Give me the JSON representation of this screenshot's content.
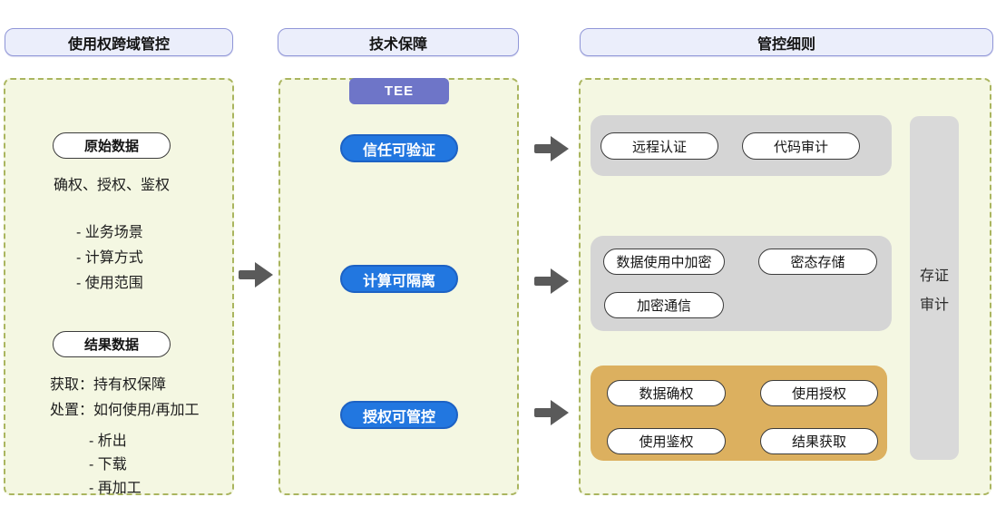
{
  "diagram": {
    "left": {
      "header": "使用权跨域管控",
      "raw_box": "原始数据",
      "raw_desc": "确权、授权、鉴权",
      "raw_items": [
        "- 业务场景",
        "- 计算方式",
        "- 使用范围"
      ],
      "result_box": "结果数据",
      "result_lines": [
        "获取：持有权保障",
        "处置：如何使用/再加工"
      ],
      "result_items": [
        "- 析出",
        "- 下载",
        "- 再加工"
      ]
    },
    "middle": {
      "header": "技术保障",
      "tee": "TEE",
      "nodes": [
        "信任可验证",
        "计算可隔离",
        "授权可管控"
      ]
    },
    "right": {
      "header": "管控细则",
      "attest_group": [
        "远程认证",
        "代码审计"
      ],
      "crypto_group": [
        "数据使用中加密",
        "密态存储",
        "加密通信"
      ],
      "auth_group": [
        "数据确权",
        "使用授权",
        "使用鉴权",
        "结果获取"
      ],
      "audit_bar": [
        "存证",
        "审计"
      ]
    },
    "colors": {
      "header_bg": "#ebeefb",
      "header_border": "#9197d8",
      "panel_bg": "#f4f7e2",
      "panel_border": "#aab55f",
      "tee_badge": "#6e75c8",
      "blue_node": "#2277e0",
      "gray_group": "#d5d5d5",
      "gold_group": "#dcb05f",
      "audit_bar": "#d9d9d9",
      "arrow": "#5a5a5a"
    }
  }
}
